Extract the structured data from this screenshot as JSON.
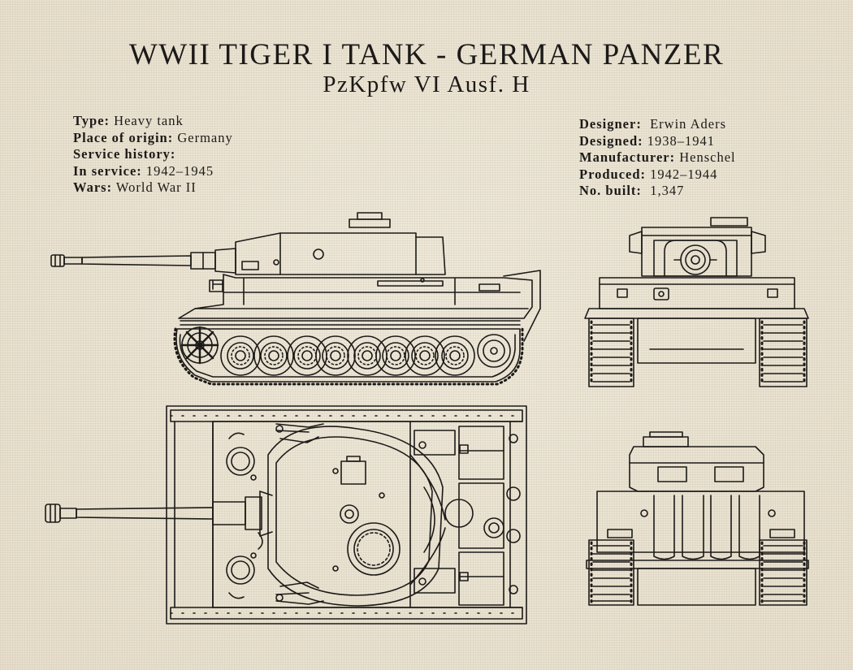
{
  "title": "WWII TIGER I TANK - GERMAN PANZER",
  "subtitle": "PzKpfw VI Ausf. H",
  "specs_left": [
    {
      "label": "Type:",
      "value": "Heavy tank"
    },
    {
      "label": "Place of origin:",
      "value": "Germany"
    },
    {
      "label": "Service history:",
      "value": ""
    },
    {
      "label": "In service:",
      "value": "1942–1945"
    },
    {
      "label": "Wars:",
      "value": "World War II"
    }
  ],
  "specs_right": [
    {
      "label": "Designer:",
      "value": "Erwin Aders"
    },
    {
      "label": "Designed:",
      "value": "1938–1941"
    },
    {
      "label": "Manufacturer:",
      "value": "Henschel"
    },
    {
      "label": "Produced:",
      "value": "1942–1944"
    },
    {
      "label": "No. built:",
      "value": "1,347"
    }
  ],
  "colors": {
    "ink": "#1c1a18",
    "paper": "#ebe4d3"
  }
}
